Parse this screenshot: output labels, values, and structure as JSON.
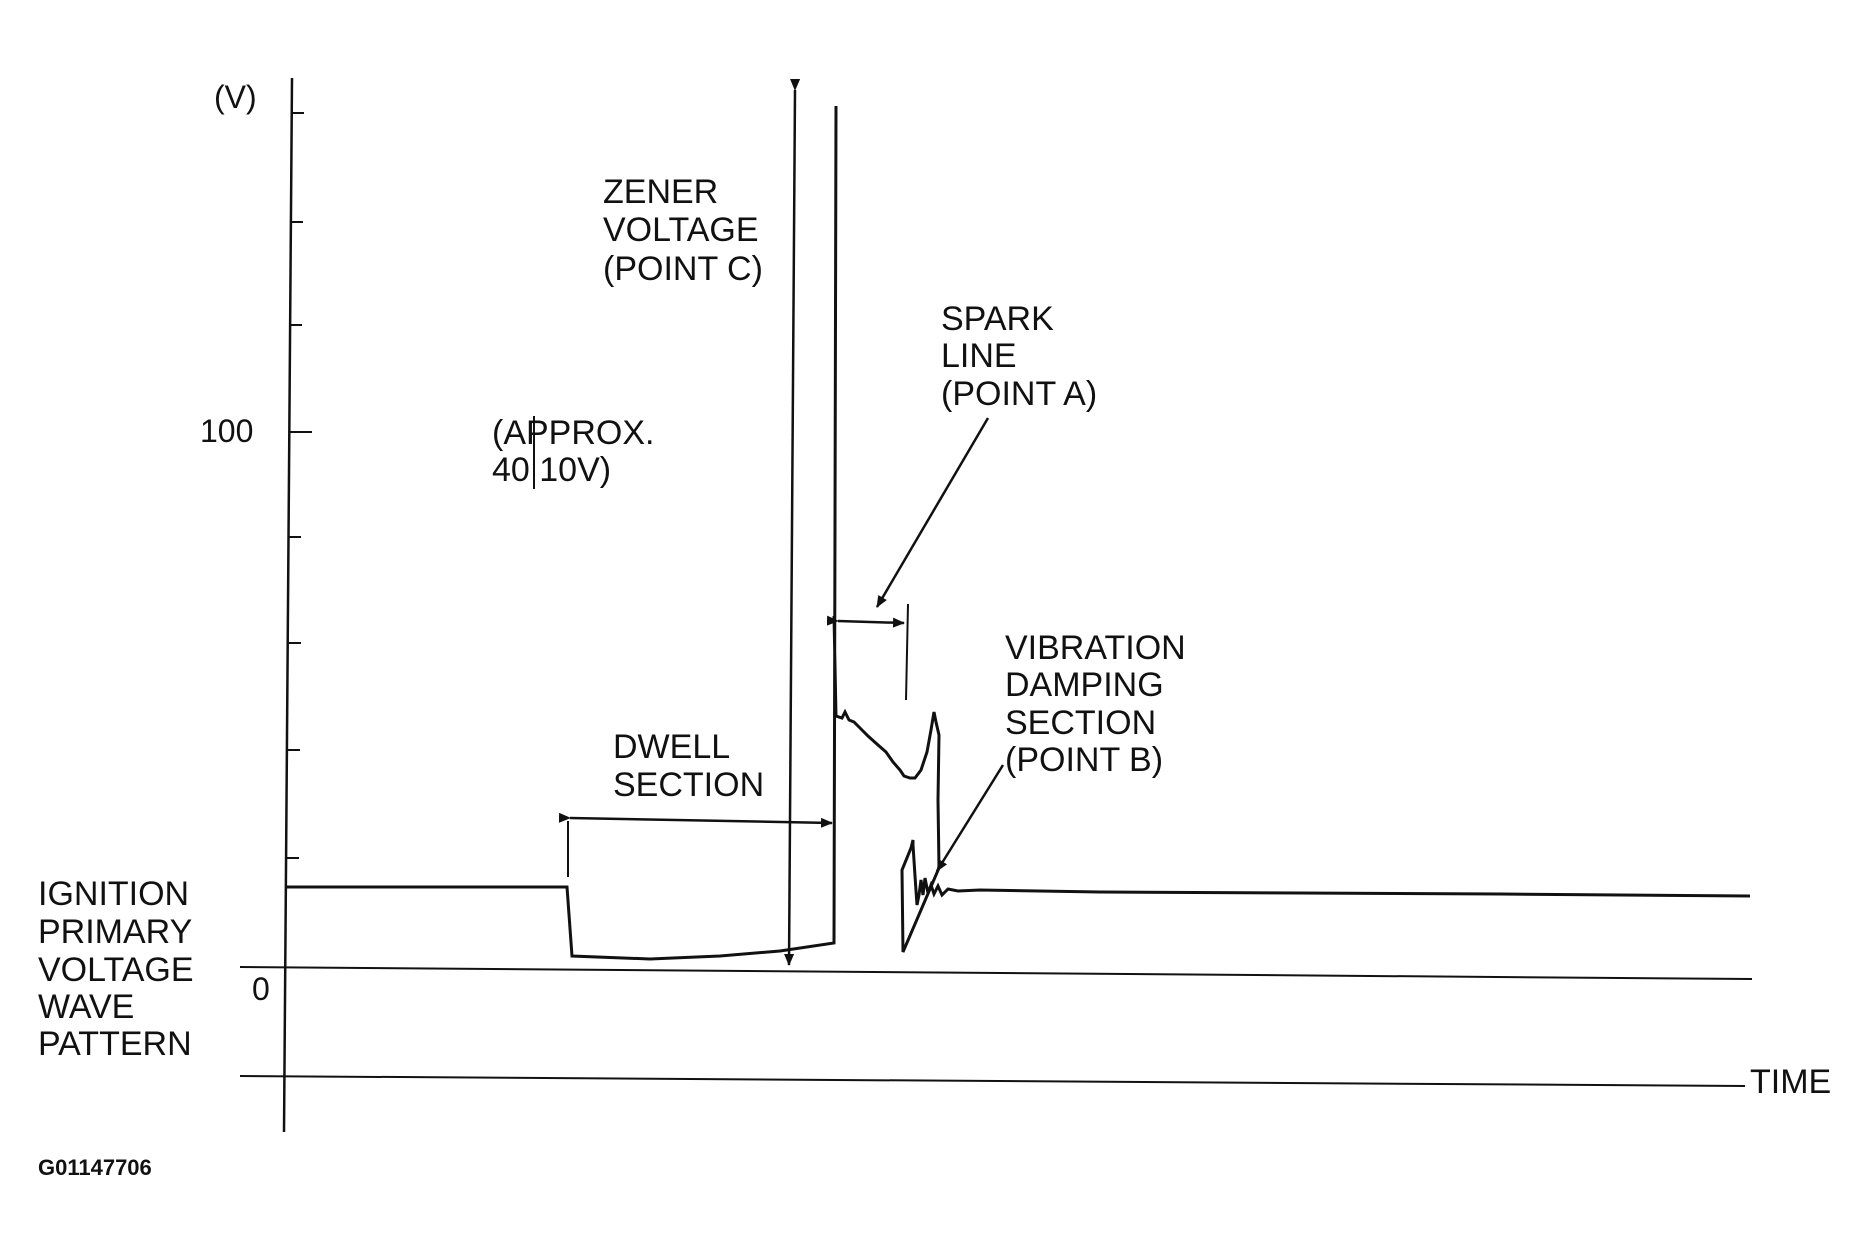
{
  "diagram": {
    "figure_id": "G01147706",
    "left_title": [
      "IGNITION",
      "PRIMARY",
      "VOLTAGE",
      "WAVE",
      "PATTERN"
    ],
    "y_unit": "(V)",
    "y_tick_100": "100",
    "y_tick_0": "0",
    "x_label": "TIME",
    "zener": [
      "ZENER",
      "VOLTAGE",
      "(POINT C)"
    ],
    "approx": [
      "(APPROX.",
      "40 10V)"
    ],
    "spark": [
      "SPARK",
      "LINE",
      "(POINT A)"
    ],
    "vibration": [
      "VIBRATION",
      "DAMPING",
      "SECTION",
      "(POINT B)"
    ],
    "dwell": [
      "DWELL",
      "SECTION"
    ]
  }
}
